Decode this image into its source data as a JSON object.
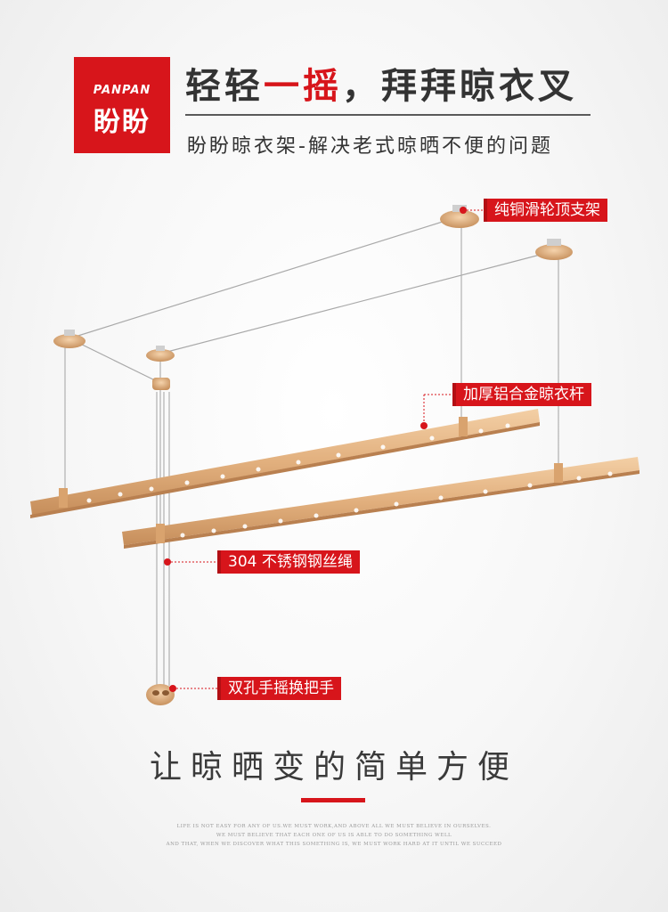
{
  "brand": {
    "en": "PANPAN",
    "cn": "盼盼"
  },
  "headline": {
    "part1": "轻轻",
    "highlight": "一摇",
    "part2": "，拜拜晾衣叉"
  },
  "subtitle": "盼盼晾衣架-解决老式晾晒不便的问题",
  "callouts": {
    "top_bracket": "纯铜滑轮顶支架",
    "rod": "加厚铝合金晾衣杆",
    "wire": "304 不锈钢钢丝绳",
    "handle": "双孔手摇换把手"
  },
  "slogan": "让晾晒变的简单方便",
  "fine_print": [
    "LIFE IS NOT EASY FOR ANY OF US.WE MUST WORK,AND ABOVE ALL WE MUST BELIEVE IN OURSELVES.",
    "WE MUST BELIEVE THAT EACH ONE OF US IS ABLE TO DO SOMETHING WELL",
    "AND THAT, WHEN WE DISCOVER WHAT THIS SOMETHING IS, WE MUST WORK HARD AT IT UNTIL WE SUCCEED"
  ],
  "colors": {
    "accent": "#d7151b",
    "rod": "#e2b07e",
    "text": "#333333"
  }
}
